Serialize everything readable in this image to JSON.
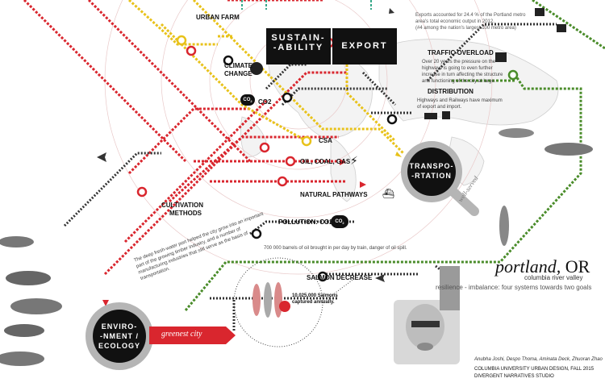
{
  "colors": {
    "red": "#d9262e",
    "yellow": "#e8c21a",
    "green": "#4a8c2a",
    "teal": "#37a88a",
    "black": "#111111",
    "gray": "#8a8a8a",
    "map": "#cccccc"
  },
  "header_boxes": {
    "sustainability": "SUSTAIN- -ABILITY",
    "sustain_l1": "SUSTAIN-",
    "sustain_l2": "-ABILITY",
    "export": "EXPORT"
  },
  "export_note": {
    "line1": "Exports accounted for 24.4 % of the Portland metro",
    "line2": "area's total economic output in 2012.",
    "line3": "(#4 among the nation's largest 100 metro area)"
  },
  "nodes": {
    "urban_farm": "URBAN FARM",
    "climate_change_1": "CLIMATE",
    "climate_change_2": "CHANGE",
    "co2": "CO2",
    "csa": "CSA",
    "oil": "OIL, COAL, GAS",
    "natural_pathways": "NATURAL PATHWAYS",
    "cultivation_1": "CULTIVATION",
    "cultivation_2": "METHODS",
    "pollution": "POLLUTION: CO2",
    "salmon_decrease": "SALMON DECREASE",
    "traffic_overload": "TRAFFIC OVERLOAD",
    "distribution": "DISTRIBUTION"
  },
  "notes": {
    "traffic": "Over 20 years the pressure on the highways is going to even further increase in turn affecting the structure and functioning of the city at large.",
    "distribution": "Highways and Railways have maximum of export and import.",
    "pollution": "700 000 barrels of oil brought in per day by train, danger of oil spill.",
    "salmon": "10,025,000 Salmons captured annually.",
    "diagonal": "The deep fresh-water port helped the city grow into an important part of the growing timber industry, and a number of manufacturing industries that still serve as the basis of transportation."
  },
  "hubs": {
    "transportation_1": "TRANSPO-",
    "transportation_2": "-RTATION",
    "transport_script": "well-served",
    "environment_1": "ENVIRO-",
    "environment_2": "-NMENT /",
    "environment_3": "ECOLOGY",
    "greenest": "greenest city"
  },
  "title": {
    "city": "portland,",
    "state": "OR",
    "sub": "columbia river valley",
    "tagline": "resilience - imbalance: four systems towards two goals"
  },
  "credits": {
    "authors": "Anubha Joshi, Despo Thoma, Aminata Deck, Zhuoran Zhao",
    "school": "COLUMBIA UNIVERSITY URBAN DESIGN, FALL 2015",
    "studio": "DIVERGENT NARRATIVES STUDIO"
  },
  "icons": {
    "co2_cloud": "CO",
    "co2_cloud_sub": "2"
  }
}
